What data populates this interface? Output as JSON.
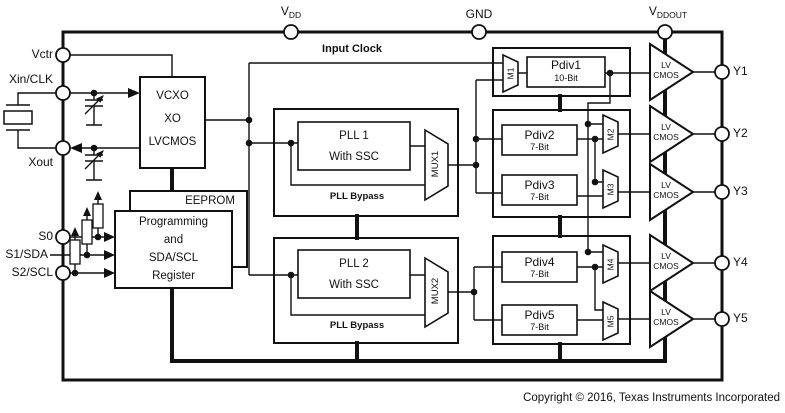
{
  "diagram": {
    "top_pins": {
      "vdd_main": "V",
      "vdd_sub": "DD",
      "gnd": "GND",
      "vddout_main": "V",
      "vddout_sub": "DDOUT"
    },
    "left_pins": {
      "vctr": "Vctr",
      "xin_clk": "Xin/CLK",
      "xout": "Xout",
      "s0": "S0",
      "s1_sda": "S1/SDA",
      "s2_scl": "S2/SCL"
    },
    "output_pins": {
      "y1": "Y1",
      "y2": "Y2",
      "y3": "Y3",
      "y4": "Y4",
      "y5": "Y5"
    },
    "labels": {
      "input_clock": "Input Clock",
      "pll_bypass": "PLL Bypass"
    },
    "blocks": {
      "vcxo": {
        "l1": "VCXO",
        "l2": "XO",
        "l3": "LVCMOS"
      },
      "eeprom": "EEPROM",
      "programming": {
        "l1": "Programming",
        "l2": "and",
        "l3": "SDA/SCL",
        "l4": "Register"
      },
      "pll1": {
        "l1": "PLL 1",
        "l2": "With SSC"
      },
      "pll2": {
        "l1": "PLL 2",
        "l2": "With SSC"
      },
      "mux1": "MUX1",
      "mux2": "MUX2",
      "pdiv1": {
        "name": "Pdiv1",
        "bits": "10-Bit"
      },
      "pdiv2": {
        "name": "Pdiv2",
        "bits": "7-Bit"
      },
      "pdiv3": {
        "name": "Pdiv3",
        "bits": "7-Bit"
      },
      "pdiv4": {
        "name": "Pdiv4",
        "bits": "7-Bit"
      },
      "pdiv5": {
        "name": "Pdiv5",
        "bits": "7-Bit"
      },
      "m1": "M1",
      "m2": "M2",
      "m3": "M3",
      "m4": "M4",
      "m5": "M5",
      "buffer": {
        "l1": "LV",
        "l2": "CMOS"
      }
    },
    "footer": {
      "copyright": "Copyright © 2016, Texas Instruments Incorporated"
    }
  }
}
